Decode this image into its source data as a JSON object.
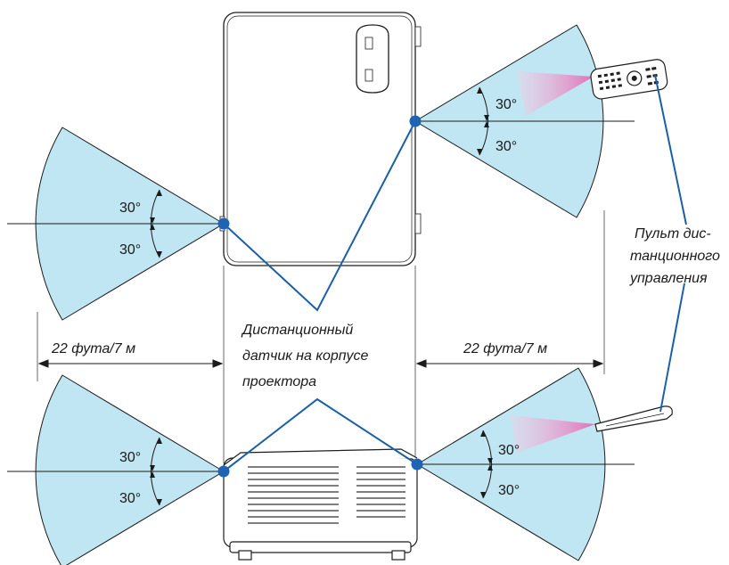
{
  "colors": {
    "cone_fill": "#bfe6f2",
    "cone_stroke": "#1b1b1b",
    "signal_line": "#1a5fa8",
    "sensor_dot": "#1f63b4",
    "ir_beam": "#f090c8",
    "device_outline": "#1e1e1e"
  },
  "angles": {
    "top_right_upper": "30°",
    "top_right_lower": "30°",
    "top_left_upper": "30°",
    "top_left_lower": "30°",
    "bottom_left_upper": "30°",
    "bottom_left_lower": "30°",
    "bottom_right_upper": "30°",
    "bottom_right_lower": "30°"
  },
  "dimensions": {
    "left": "22 фута/7 м",
    "right": "22 фута/7 м"
  },
  "sensor_label": [
    "Дистанционный",
    "датчик на корпусе",
    "проектора"
  ],
  "remote_label": [
    "Пульт дис-",
    "танционного",
    "управления"
  ]
}
